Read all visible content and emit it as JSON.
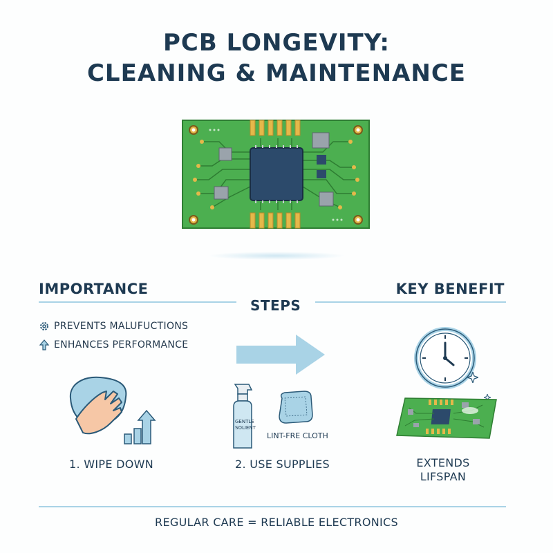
{
  "title": {
    "line1": "PCB LONGEVITY:",
    "line2": "CLEANING & MAINTENANCE"
  },
  "sections": {
    "importance": "IMPORTANCE",
    "steps": "STEPS",
    "key_benefit": "KEY BENEFIT"
  },
  "importance_items": [
    {
      "icon": "gear-icon",
      "text": "PREVENTS MALUFUCTIONS"
    },
    {
      "icon": "up-arrow-icon",
      "text": "ENHANCES PERFORMANCE"
    }
  ],
  "steps": {
    "step1": "1. WIPE DOWN",
    "step2": "2. USE SUPPLIES",
    "bottle_label_1": "GENTLE",
    "bottle_label_2": "SOLIENT",
    "cloth_label": "LINT-FRE CLOTH"
  },
  "benefit": {
    "line1": "EXTENDS",
    "line2": "LIFSPAN"
  },
  "footer": "REGULAR CARE = RELIABLE ELECTRONICS",
  "colors": {
    "pcb_green": "#4caf50",
    "trace": "#2e7d32",
    "gold": "#e5b84a",
    "chip": "#2c4a6b",
    "accent_blue": "#a9d3e6",
    "dark_text": "#1e3a52"
  }
}
